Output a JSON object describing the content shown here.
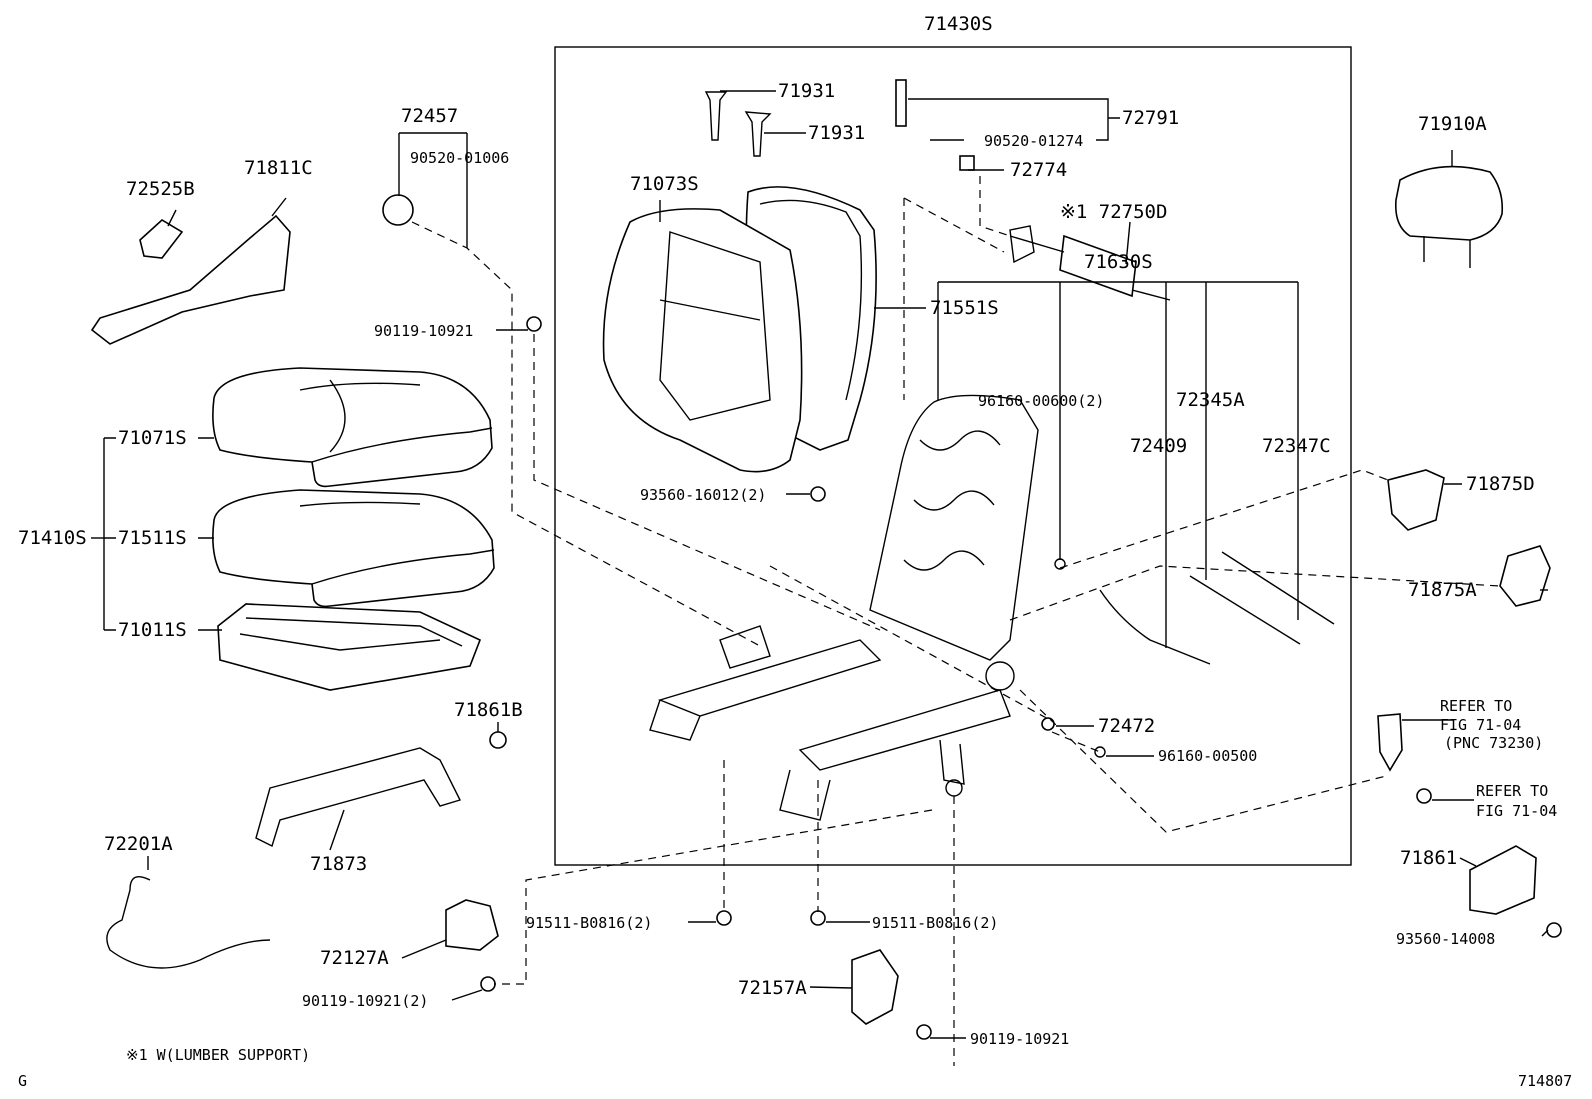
{
  "labels": {
    "l71430S": "71430S",
    "l72457": "72457",
    "l90520_01006": "90520-01006",
    "l72525B": "72525B",
    "l71811C": "71811C",
    "l90119_10921": "90119-10921",
    "l71931a": "71931",
    "l71931b": "71931",
    "l72791": "72791",
    "l90520_01274": "90520-01274",
    "l72774": "72774",
    "l71073S": "71073S",
    "l72750D": "※1 72750D",
    "l71551S": "71551S",
    "l71910A": "71910A",
    "l71630S": "71630S",
    "l96160_00600": "96160-00600(2)",
    "l72345A": "72345A",
    "l72409": "72409",
    "l72347C": "72347C",
    "l71071S": "71071S",
    "l71410S": "71410S",
    "l71511S": "71511S",
    "l71011S": "71011S",
    "l93560_16012": "93560-16012(2)",
    "l71875D": "71875D",
    "l71875A": "71875A",
    "l71861B": "71861B",
    "l72472": "72472",
    "l96160_00500": "96160-00500",
    "l_refer1": "REFER TO",
    "l_fig1": "FIG 71-04",
    "l_pnc": "(PNC 73230)",
    "l_refer2": "REFER TO",
    "l_fig2": "FIG 71-04",
    "l71873": "71873",
    "l72201A": "72201A",
    "l71861": "71861",
    "l91511_a": "91511-B0816(2)",
    "l91511_b": "91511-B0816(2)",
    "l93560_14008": "93560-14008",
    "l72127A": "72127A",
    "l90119_10921_2": "90119-10921(2)",
    "l72157A": "72157A",
    "l90119_10921_b": "90119-10921",
    "l_note": "※1 W(LUMBER SUPPORT)",
    "l_G": "G",
    "l_figno": "714807"
  }
}
